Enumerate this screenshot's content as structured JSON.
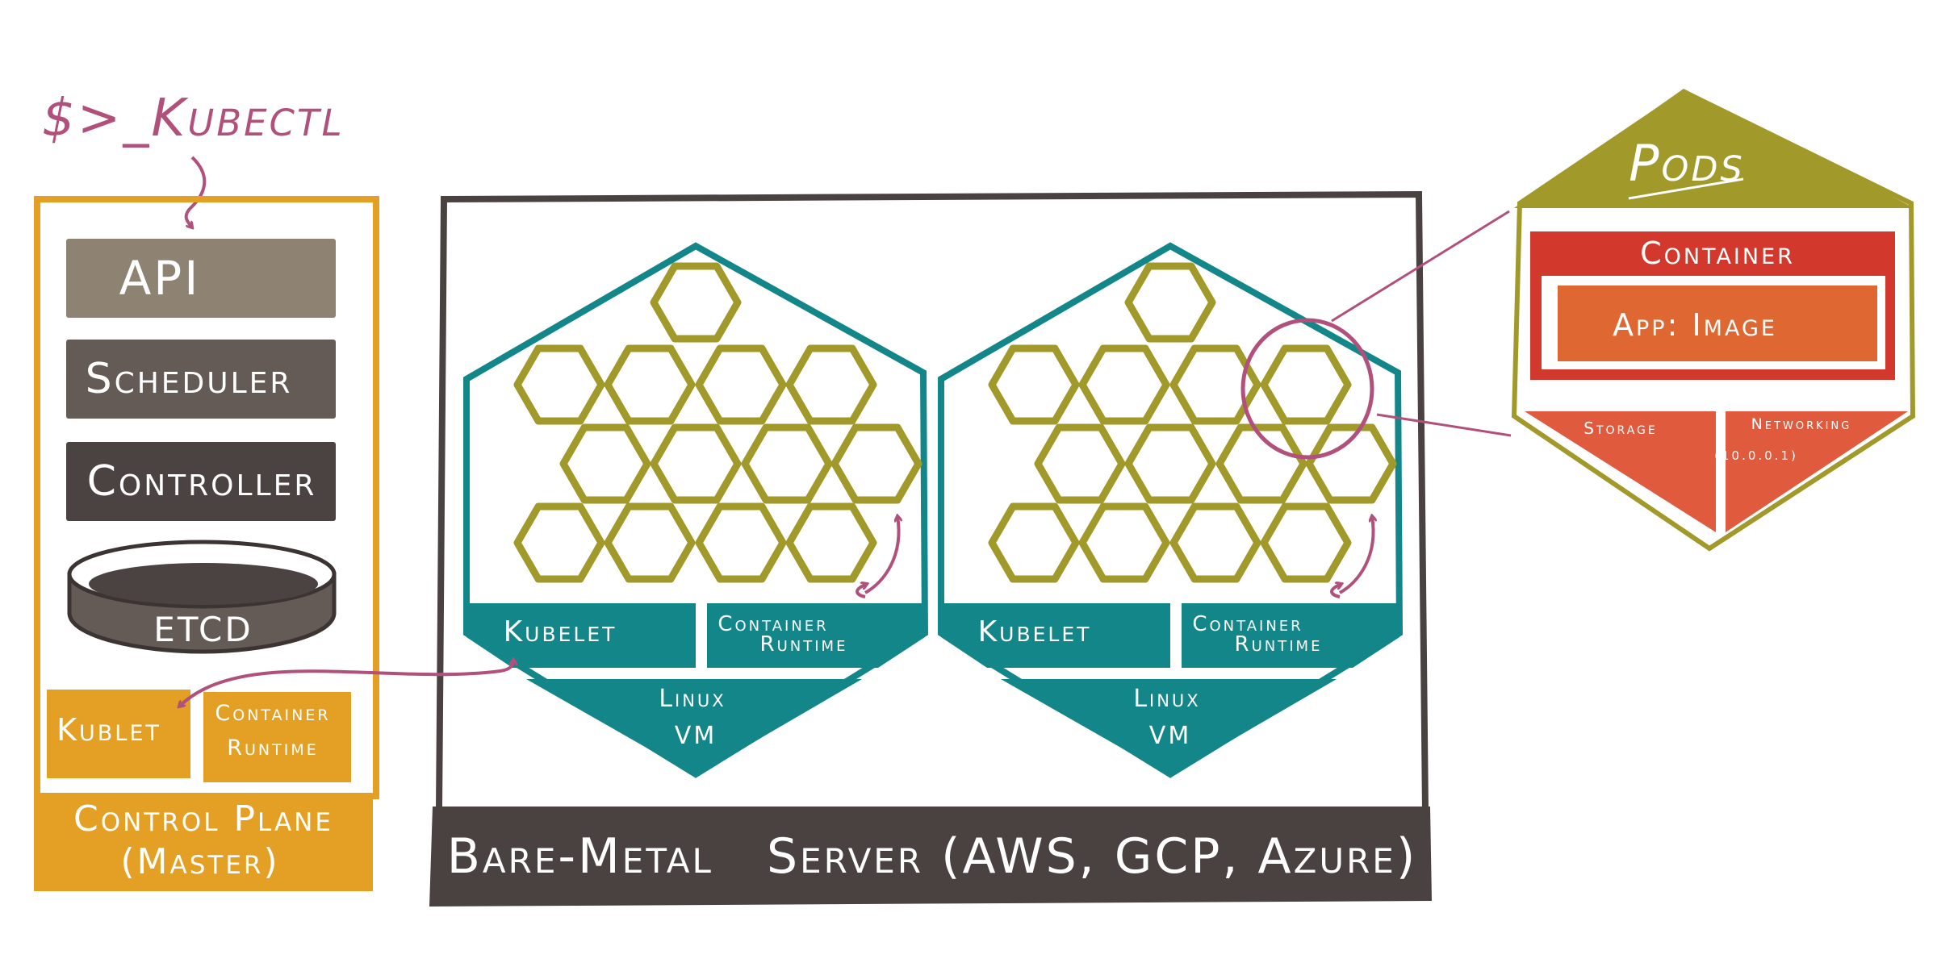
{
  "colors": {
    "orange": "#e3a024",
    "magenta": "#b2507c",
    "olive": "#a19a2a",
    "teal": "#13868a",
    "dark_brown": "#4a4240",
    "red": "#d2392c",
    "orange_red": "#e05a3e",
    "app_orange": "#df6731",
    "api_gray": "#8e8372",
    "scheduler_gray": "#645b56",
    "controller_gray": "#4b4341"
  },
  "kubectl": {
    "label": "$>_Kubectl"
  },
  "control_plane": {
    "api": "API",
    "scheduler": "Scheduler",
    "controller": "Controller",
    "etcd": "ETCD",
    "kublet": "Kublet",
    "container_runtime_line1": "Container",
    "container_runtime_line2": "Runtime",
    "label_line1": "Control Plane",
    "label_line2": "(Master)"
  },
  "nodes": [
    {
      "kubelet": "Kubelet",
      "runtime_line1": "Container",
      "runtime_line2": "Runtime",
      "linux_line1": "Linux",
      "linux_line2": "VM"
    },
    {
      "kubelet": "Kubelet",
      "runtime_line1": "Container",
      "runtime_line2": "Runtime",
      "linux_line1": "Linux",
      "linux_line2": "VM"
    }
  ],
  "server": {
    "label": "Bare-Metal   Server (AWS, GCP, Azure)"
  },
  "pods": {
    "title": "Pods",
    "container": "Container",
    "app_image": "App: Image",
    "storage": "Storage",
    "networking": "Networking",
    "ip": "(10.0.0.1)"
  }
}
